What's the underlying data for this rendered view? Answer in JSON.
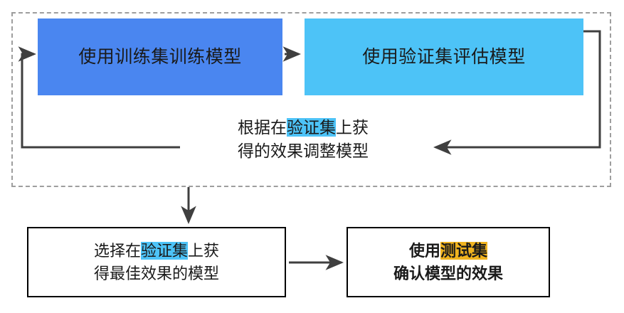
{
  "diagram": {
    "title_region": "machine-learning dataset workflow",
    "colors": {
      "train_box": "#4a86f0",
      "eval_box": "#4dc3f7",
      "validation_highlight": "#4dc3f7",
      "test_highlight": "#f0b31f",
      "dashed_border": "#9e9e9e",
      "connector": "#3f3f3f",
      "box_outline": "#000000",
      "text": "#1a1a1a"
    },
    "loop_group": {
      "train_box": {
        "label": "使用训练集训练模型"
      },
      "eval_box": {
        "label": "使用验证集评估模型"
      },
      "feedback_caption": {
        "line1_pre": "根据在",
        "line1_highlight": "验证集",
        "line1_post": "上获",
        "line2": "得的效果调整模型"
      }
    },
    "select_box": {
      "line1_pre": "选择在",
      "line1_highlight": "验证集",
      "line1_post": "上获",
      "line2": "得最佳效果的模型"
    },
    "test_box": {
      "line1_pre": "使用",
      "line1_highlight": "测试集",
      "line2": "确认模型的效果"
    },
    "connectors": [
      {
        "name": "train-to-eval",
        "kind": "arrow-right"
      },
      {
        "name": "eval-feedback-loop",
        "kind": "arrow-left"
      },
      {
        "name": "loop-back-to-train",
        "kind": "arrow-right"
      },
      {
        "name": "loop-to-select",
        "kind": "arrow-down"
      },
      {
        "name": "select-to-test",
        "kind": "arrow-right"
      }
    ]
  }
}
